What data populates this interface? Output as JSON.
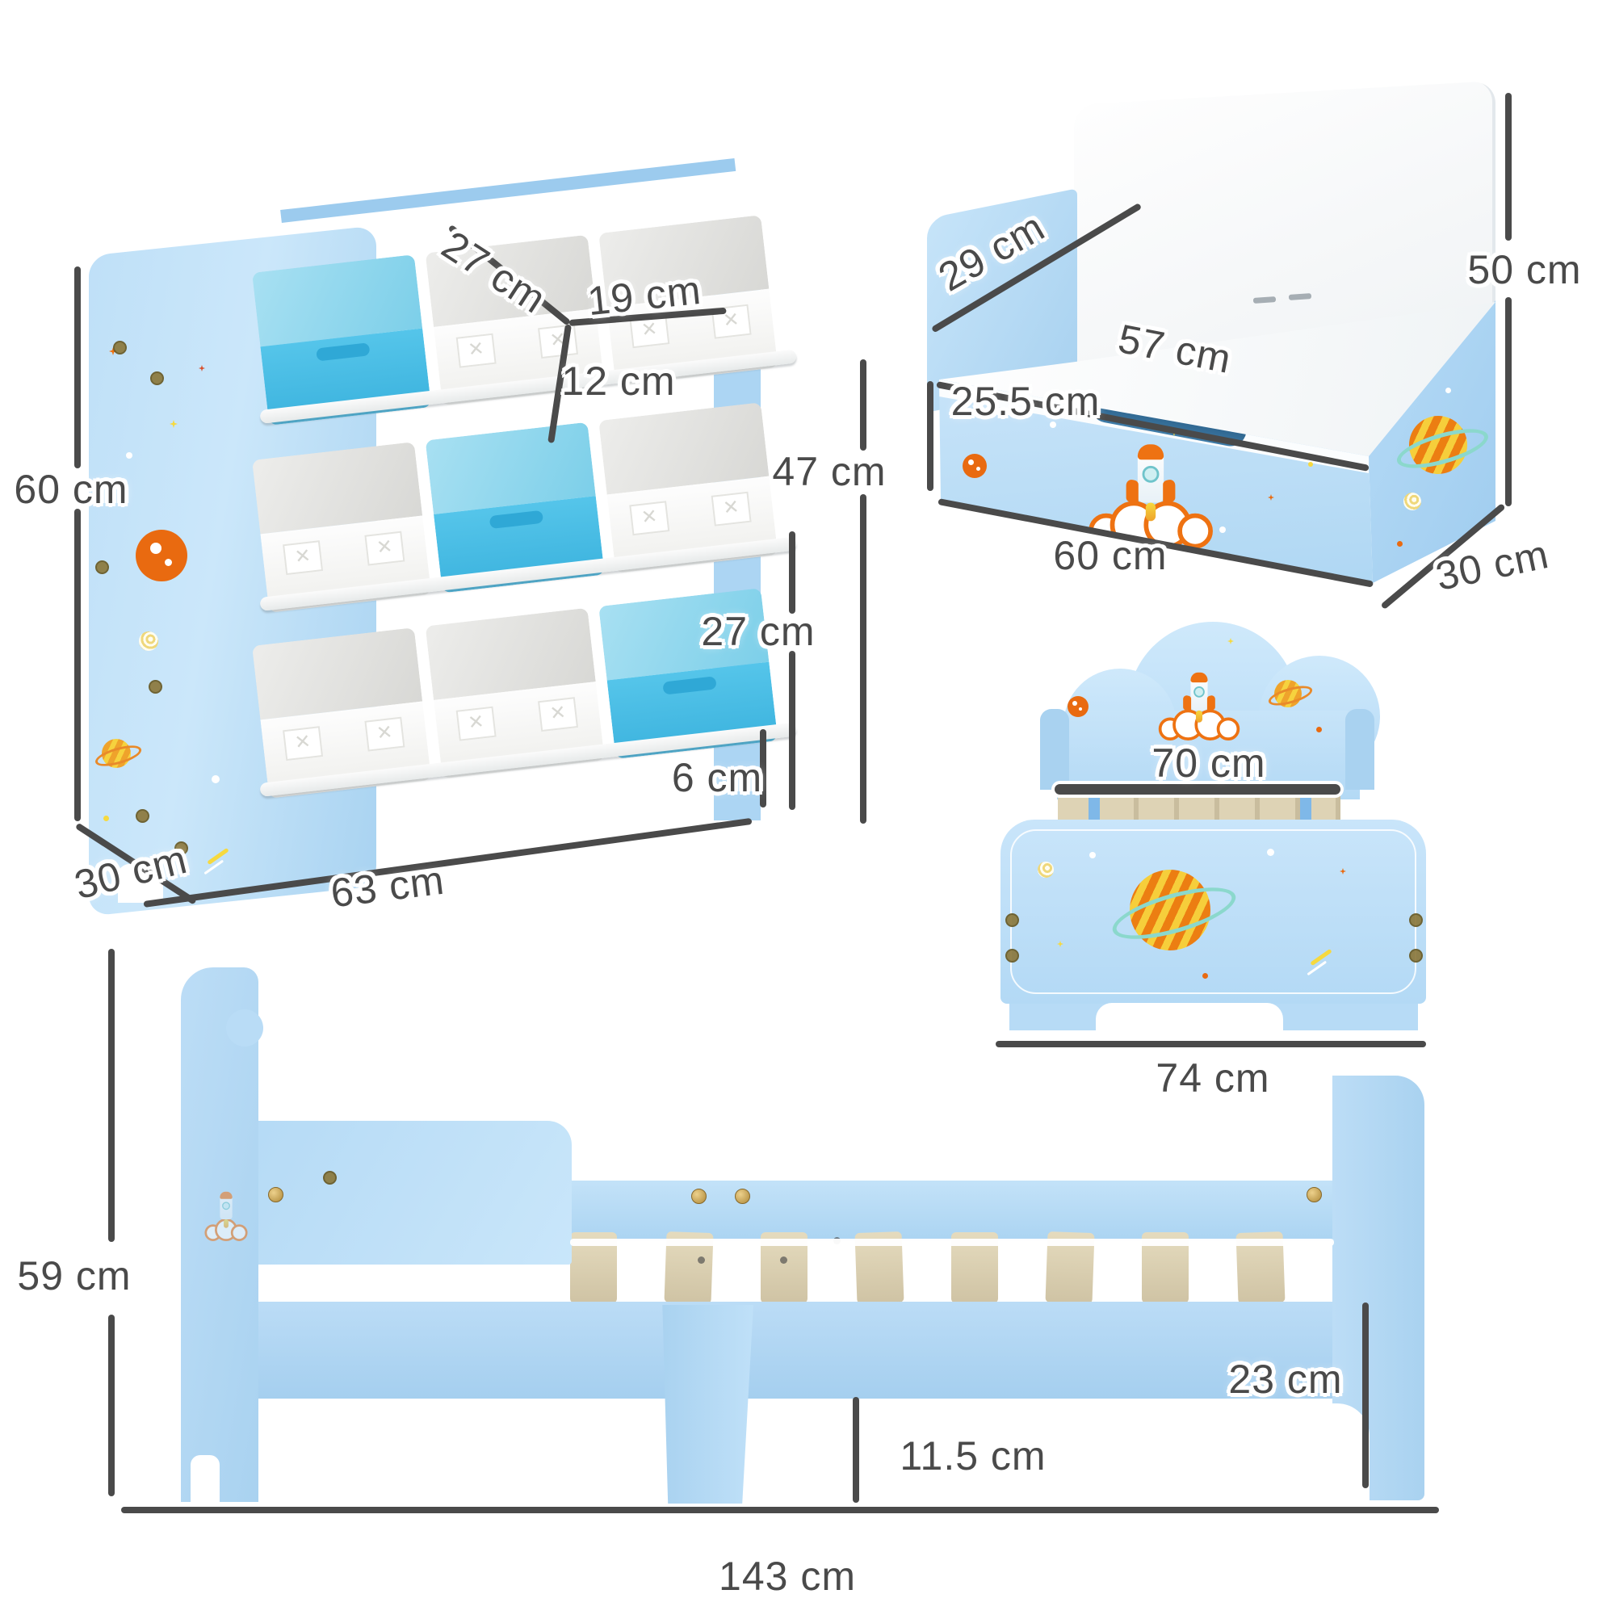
{
  "title": "Kids space-themed furniture set dimension diagram",
  "colors": {
    "panel_blue": "#BCDDF6",
    "bin_blue": "#4FC0E8",
    "bin_white": "#F7F7F7",
    "slat_wood": "#D6CAAD",
    "dimension_gray": "#4A4A4A",
    "accent_orange": "#EE7212",
    "accent_yellow": "#F3CF45",
    "ring_teal": "#8BD8CC"
  },
  "furniture": {
    "storage_organizer": {
      "name": "9-bin toy storage organizer",
      "dims": {
        "height": "60 cm",
        "depth": "30 cm",
        "width": "63 cm",
        "bin_depth": "27 cm",
        "bin_width": "19 cm",
        "bin_front_height": "12 cm",
        "upper_section_height": "47 cm",
        "row_spacing": "27 cm",
        "rail_clearance": "6 cm"
      },
      "decorations": [
        "planet-icon",
        "saturn-icon",
        "star-icon",
        "comet-icon",
        "screw-icon"
      ]
    },
    "toy_box": {
      "name": "toy box storage bench",
      "dims": {
        "seat_depth": "29 cm",
        "inner_width": "57 cm",
        "height": "50 cm",
        "front_height": "25.5 cm",
        "width": "60 cm",
        "depth": "30 cm"
      },
      "decorations": [
        "rocket-icon",
        "saturn-icon",
        "planet-icon",
        "star-icon"
      ]
    },
    "toddler_bed_front": {
      "name": "toddler bed (front view)",
      "dims": {
        "slat_width": "70 cm",
        "overall_width": "74 cm"
      },
      "decorations": [
        "rocket-icon",
        "saturn-icon",
        "planet-icon",
        "comet-icon"
      ]
    },
    "toddler_bed_side": {
      "name": "toddler bed (side view)",
      "dims": {
        "height": "59 cm",
        "footboard_height": "23 cm",
        "under_bed_clearance": "11.5 cm",
        "length": "143 cm"
      },
      "decorations": [
        "rocket-icon"
      ]
    }
  },
  "labels": [
    {
      "text": "27 cm"
    },
    {
      "text": "19 cm"
    },
    {
      "text": "12 cm"
    },
    {
      "text": "60 cm"
    },
    {
      "text": "47 cm"
    },
    {
      "text": "27 cm"
    },
    {
      "text": "6 cm"
    },
    {
      "text": "30 cm"
    },
    {
      "text": "63 cm"
    },
    {
      "text": "29 cm"
    },
    {
      "text": "57 cm"
    },
    {
      "text": "50 cm"
    },
    {
      "text": "25.5 cm"
    },
    {
      "text": "60 cm"
    },
    {
      "text": "30 cm"
    },
    {
      "text": "70 cm"
    },
    {
      "text": "74 cm"
    },
    {
      "text": "59 cm"
    },
    {
      "text": "23 cm"
    },
    {
      "text": "11.5 cm"
    },
    {
      "text": "143 cm"
    }
  ]
}
